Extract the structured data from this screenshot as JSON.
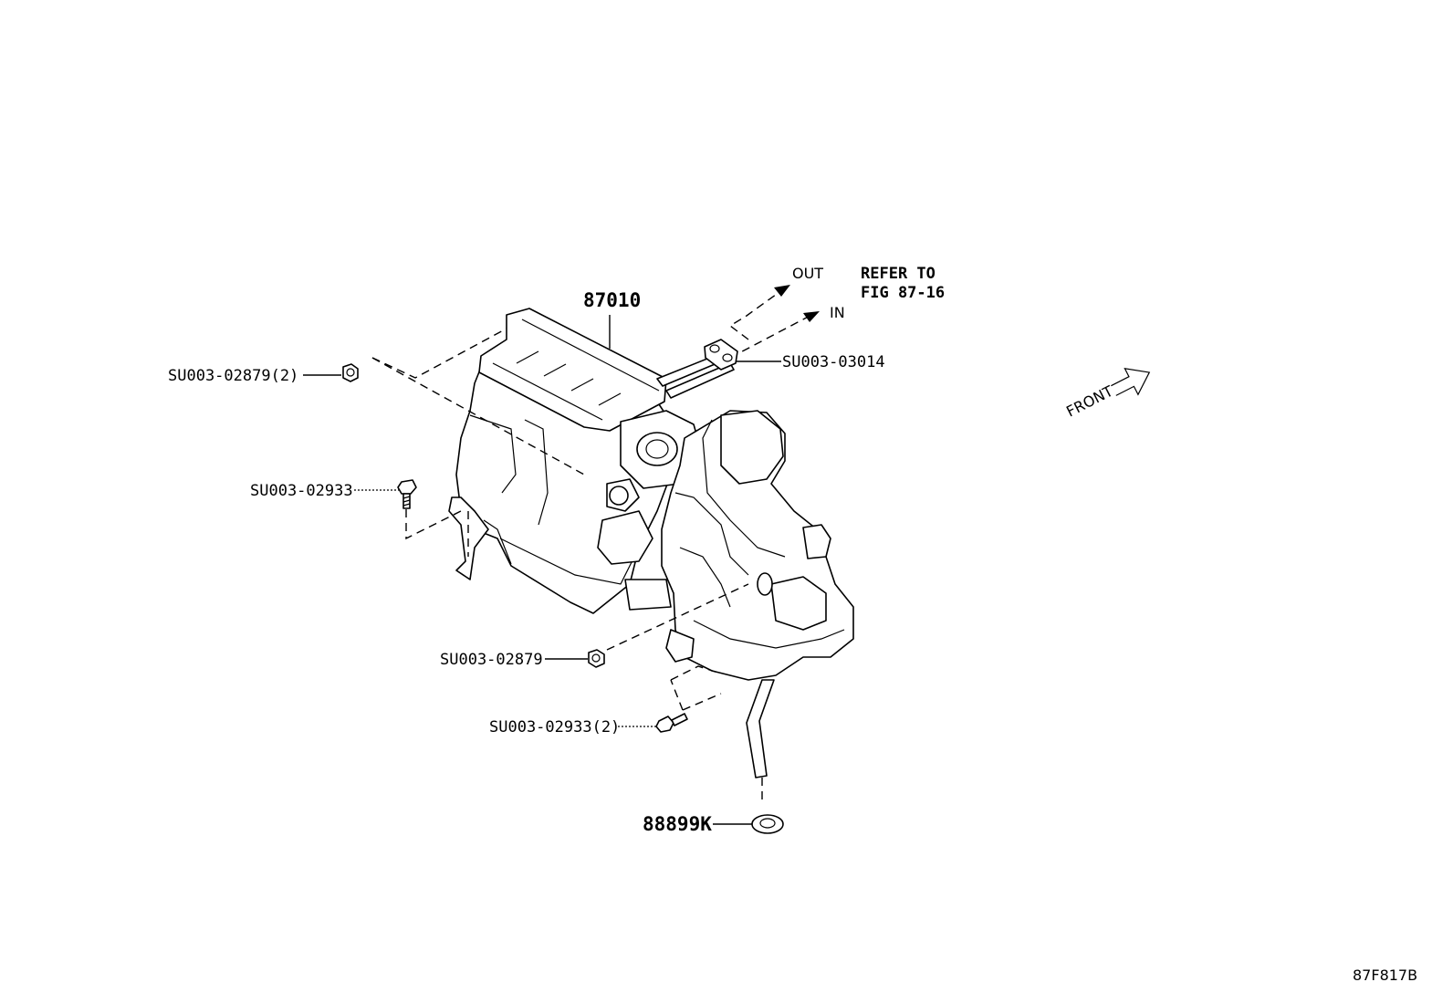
{
  "diagram": {
    "drawing_code": "87F817B",
    "main_part": "87010",
    "flow_labels": {
      "out": "OUT",
      "in": "IN"
    },
    "refer_note": {
      "line1": "REFER TO",
      "line2": "FIG 87-16"
    },
    "front_label": "FRONT",
    "callouts": {
      "top_left_nut": "SU003-02879(2)",
      "upper_bolt": "SU003-02933",
      "lower_nut": "SU003-02879",
      "lower_bolts": "SU003-02933(2)",
      "pipe_grommet": "SU003-03014",
      "drain_grommet": "88899K"
    }
  }
}
